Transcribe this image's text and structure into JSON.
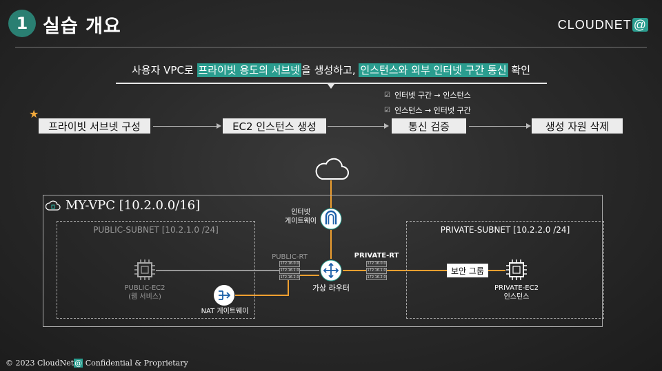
{
  "header": {
    "section_number": "1",
    "title": "실습 개요",
    "brand_text": "CLOUDNET",
    "brand_at": "@"
  },
  "headline": {
    "part1": "사용자 VPC로 ",
    "hl1": "프라이빗 용도의 서브넷",
    "part2": "을 생성하고, ",
    "hl2": "인스턴스와 외부 인터넷 구간 통신",
    "part3": " 확인"
  },
  "checks": [
    "인터넷 구간 → 인스턴스",
    "인스턴스 → 인터넷 구간"
  ],
  "steps": [
    "프라이빗 서브넷 구성",
    "EC2 인스턴스 생성",
    "통신 검증",
    "생성 자원 삭제"
  ],
  "diagram": {
    "vpc_label": "MY-VPC [10.2.0.0/16]",
    "public_subnet_label": "PUBLIC-SUBNET [10.2.1.0 /24]",
    "private_subnet_label": "PRIVATE-SUBNET [10.2.2.0 /24]",
    "igw_label_line1": "인터넷",
    "igw_label_line2": "게이트웨이",
    "public_rt_label": "PUBLIC-RT",
    "private_rt_label": "PRIVATE-RT",
    "router_label": "가상 라우터",
    "public_ec2_line1": "PUBLIC-EC2",
    "public_ec2_line2": "(웹 서비스)",
    "nat_label": "NAT 게이트웨이",
    "security_group_label": "보안 그룹",
    "private_ec2_line1": "PRIVATE-EC2",
    "private_ec2_line2": "인스턴스",
    "public_rt_rows": [
      "172.16.0.0",
      "172.16.1.0",
      "172.16.2.0"
    ],
    "private_rt_rows": [
      "172.16.0.0",
      "172.16.1.0",
      "172.16.2.0"
    ]
  },
  "colors": {
    "accent": "#2a9d8f",
    "line_orange": "#f0a030",
    "star": "#f2a93b"
  },
  "footer": {
    "prefix": "© 2023 CloudNet",
    "at": "@",
    "suffix": " Confidential & Proprietary"
  }
}
